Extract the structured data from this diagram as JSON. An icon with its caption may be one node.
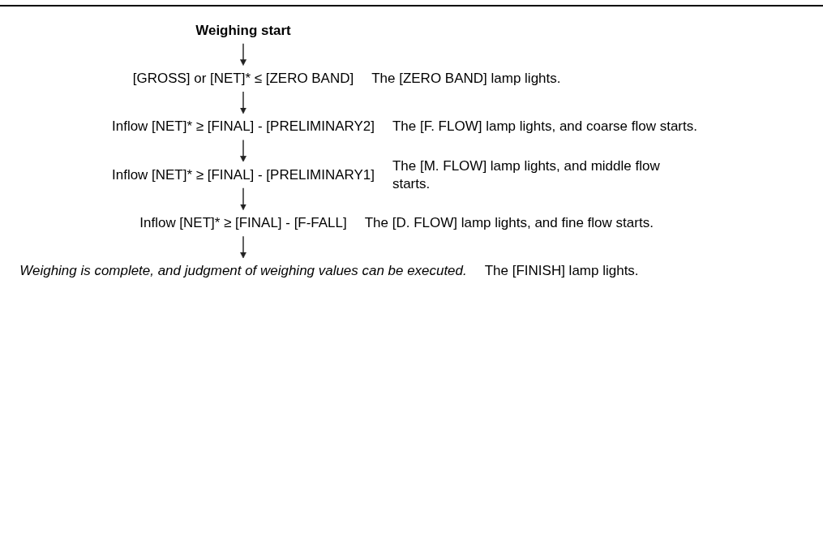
{
  "diagram": {
    "nodes": [
      {
        "text": [
          "Weighing start"
        ]
      },
      {
        "text": [
          "[GROSS] or [NET]* ≤ [ZERO BAND]"
        ],
        "beside": [
          "The [ZERO BAND] lamp lights."
        ]
      },
      {
        "text": [
          "Inflow [NET]* ≥ [FINAL] - [PRELIMINARY2]"
        ],
        "beside": [
          "The [F. FLOW] lamp lights, and coarse flow starts."
        ]
      },
      {
        "text": [
          "Inflow [NET]* ≥ [FINAL] - [PRELIMINARY1]"
        ],
        "beside": [
          "The [M. FLOW] lamp lights, and middle flow starts."
        ]
      },
      {
        "text": [
          "Inflow [NET]* ≥ [FINAL] - [F-FALL]"
        ],
        "beside": [
          "The [D. FLOW] lamp lights, and fine flow starts."
        ]
      },
      {
        "text": [
          "Weighing is complete, and judgment of weighing values can be executed."
        ],
        "beside": [
          "The [FINISH] lamp lights."
        ]
      }
    ],
    "edges": [
      {
        "from": 0,
        "to": 1,
        "arrow": "to"
      },
      {
        "from": 1,
        "to": 2,
        "arrow": "to"
      },
      {
        "from": 2,
        "to": 3,
        "arrow": "to"
      },
      {
        "from": 3,
        "to": 4,
        "arrow": "to"
      },
      {
        "from": 4,
        "to": 5,
        "arrow": "to"
      }
    ]
  }
}
